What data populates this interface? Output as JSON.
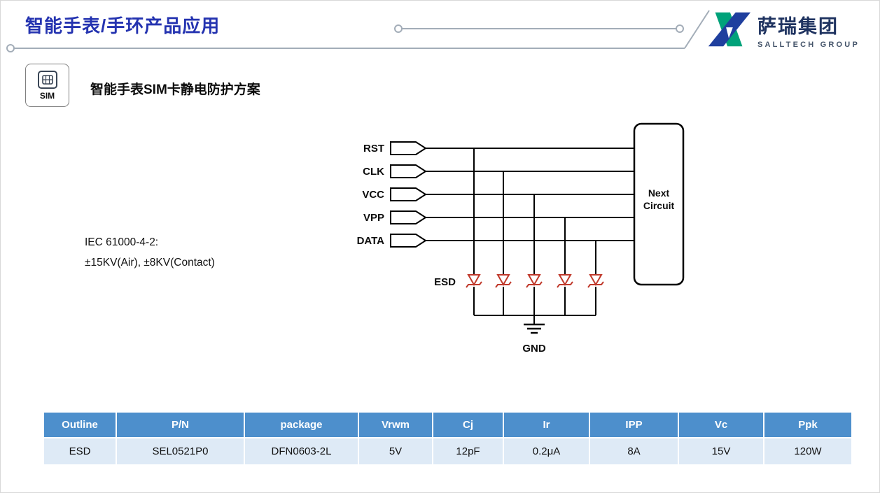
{
  "header": {
    "title": "智能手表/手环产品应用"
  },
  "logo": {
    "name": "萨瑞集团",
    "subtitle": "SALLTECH GROUP",
    "green": "#00a27a",
    "blue": "#1f3f9e"
  },
  "section": {
    "icon_label": "SIM",
    "title": "智能手表SIM卡静电防护方案"
  },
  "spec_note": {
    "line1": "IEC 61000-4-2:",
    "line2": "±15KV(Air), ±8KV(Contact)"
  },
  "circuit": {
    "signals": [
      "RST",
      "CLK",
      "VCC",
      "VPP",
      "DATA"
    ],
    "esd_label": "ESD",
    "gnd_label": "GND",
    "next_circuit_line1": "Next",
    "next_circuit_line2": "Circuit",
    "diode_count": 5,
    "diode_color": "#c0392b",
    "wire_color": "#000000"
  },
  "table": {
    "header_bg": "#4d8fcc",
    "row_bg": "#deeaf6",
    "headers": [
      "Outline",
      "P/N",
      "package",
      "Vrwm",
      "Cj",
      "Ir",
      "IPP",
      "Vc",
      "Ppk"
    ],
    "rows": [
      [
        "ESD",
        "SEL0521P0",
        "DFN0603-2L",
        "5V",
        "12pF",
        "0.2μA",
        "8A",
        "15V",
        "120W"
      ]
    ]
  }
}
